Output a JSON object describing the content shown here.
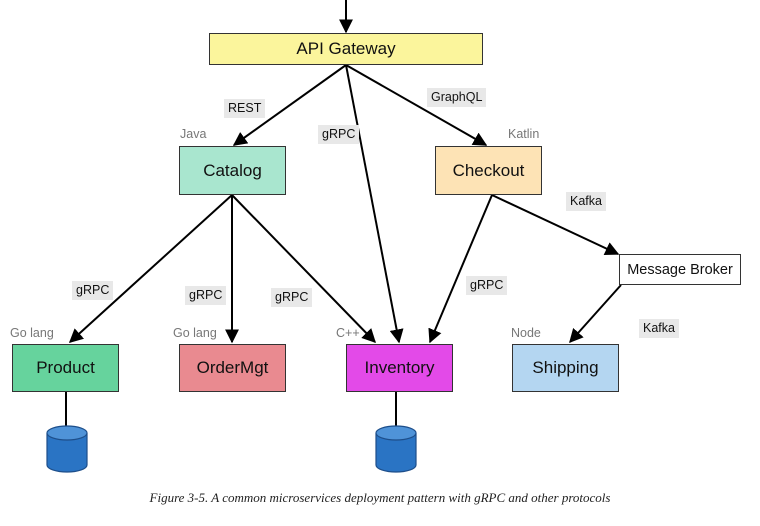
{
  "nodes": {
    "gateway": {
      "label": "API Gateway",
      "color": "#fbf59c"
    },
    "catalog": {
      "label": "Catalog",
      "color": "#a9e6cf",
      "lang": "Java"
    },
    "checkout": {
      "label": "Checkout",
      "color": "#fde3b5",
      "lang": "Katlin"
    },
    "broker": {
      "label": "Message Broker",
      "color": "#ffffff"
    },
    "product": {
      "label": "Product",
      "color": "#66d39d",
      "lang": "Go lang"
    },
    "ordermgt": {
      "label": "OrderMgt",
      "color": "#e98a90",
      "lang": "Go lang"
    },
    "inventory": {
      "label": "Inventory",
      "color": "#e34ae8",
      "lang": "C++"
    },
    "shipping": {
      "label": "Shipping",
      "color": "#b4d6f1",
      "lang": "Node"
    }
  },
  "edges": {
    "gw_catalog": "REST",
    "gw_inventory": "gRPC",
    "gw_checkout": "GraphQL",
    "catalog_product": "gRPC",
    "catalog_ordermgt": "gRPC",
    "catalog_inventory": "gRPC",
    "checkout_inventory": "gRPC",
    "checkout_broker": "Kafka",
    "broker_shipping": "Kafka"
  },
  "database_color": "#2a74c4",
  "caption": "Figure 3-5. A common microservices deployment pattern with gRPC and other protocols"
}
